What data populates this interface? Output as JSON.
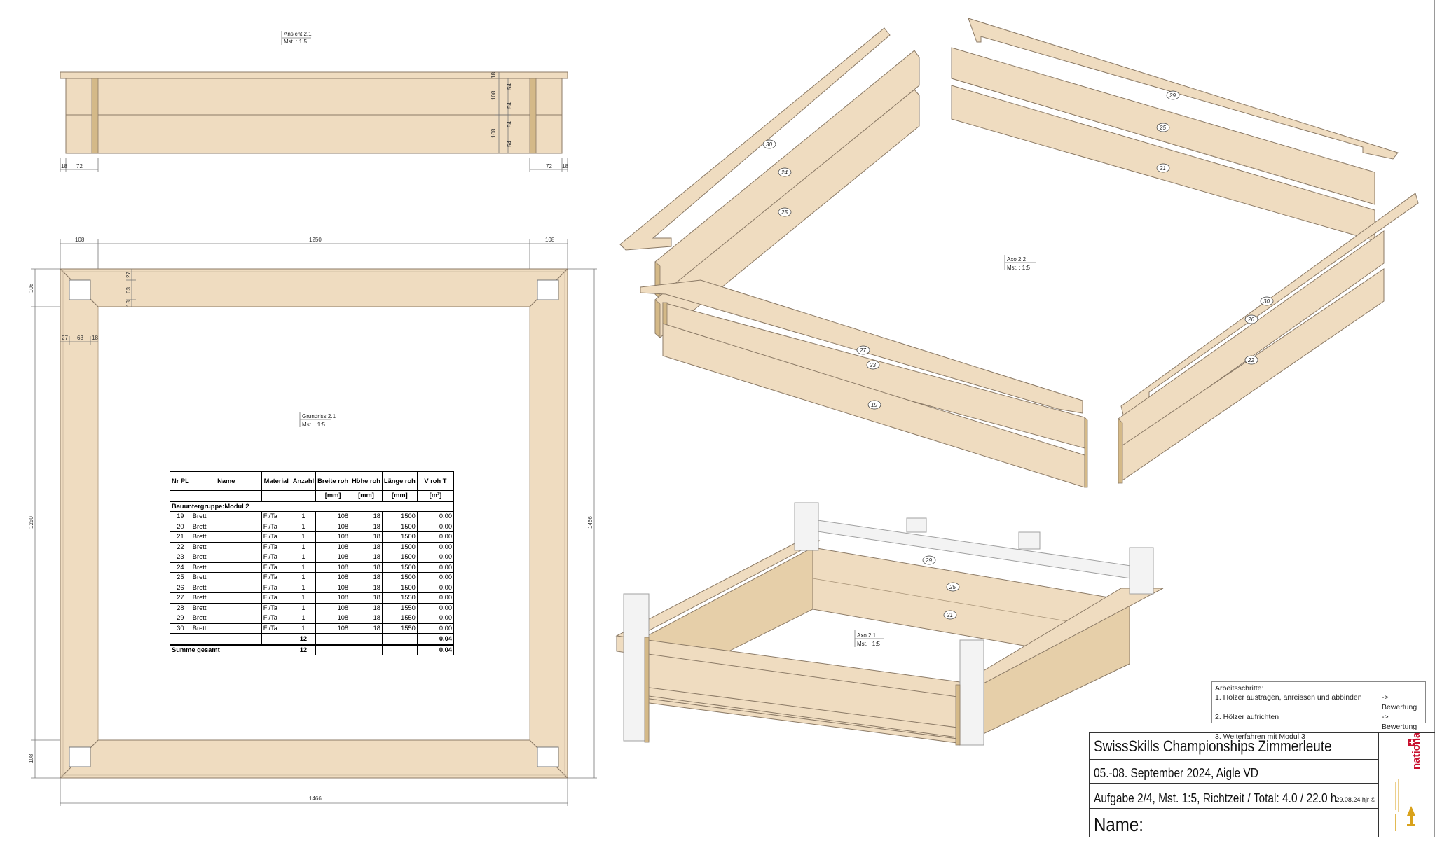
{
  "views": {
    "ansicht": {
      "title": "Ansicht 2.1",
      "scale": "Mst. : 1:5"
    },
    "grundriss": {
      "title": "Grundriss 2.1",
      "scale": "Mst. : 1:5"
    },
    "axo22": {
      "title": "Axo 2.2",
      "scale": "Mst. : 1:5"
    },
    "axo21": {
      "title": "Axo 2.1",
      "scale": "Mst. : 1:5"
    }
  },
  "dims": {
    "ansicht": {
      "left_a": "18",
      "left_b": "72",
      "right_a": "72",
      "right_b": "18",
      "top_18": "18",
      "h1": "108",
      "h2": "108",
      "s1": "54",
      "s2": "54",
      "s3": "54",
      "s4": "54"
    },
    "grundriss": {
      "top_left": "108",
      "top_mid": "1250",
      "top_right": "108",
      "left_top": "108",
      "left_mid": "1250",
      "left_bot": "108",
      "right_total": "1466",
      "bottom_total": "1466",
      "detail_27": "27",
      "detail_63": "63",
      "detail_18": "18",
      "corner_27": "27",
      "corner_63": "63",
      "corner_18": "18"
    }
  },
  "bubbles": {
    "axo22_left": [
      "30",
      "24",
      "25"
    ],
    "axo22_top": [
      "29",
      "25",
      "21"
    ],
    "axo22_bottom": [
      "27",
      "23",
      "19"
    ],
    "axo22_right": [
      "30",
      "26",
      "22"
    ],
    "axo21": [
      "29",
      "25",
      "21"
    ]
  },
  "table": {
    "headers": [
      "Nr PL",
      "Name",
      "Material",
      "Anzahl",
      "Breite roh",
      "Höhe roh",
      "Länge roh",
      "V roh T"
    ],
    "units": [
      "",
      "",
      "",
      "",
      "[mm]",
      "[mm]",
      "[mm]",
      "[m³]"
    ],
    "group": "Bauuntergruppe:Modul 2",
    "rows": [
      [
        "19",
        "Brett",
        "Fi/Ta",
        "1",
        "108",
        "18",
        "1500",
        "0.00"
      ],
      [
        "20",
        "Brett",
        "Fi/Ta",
        "1",
        "108",
        "18",
        "1500",
        "0.00"
      ],
      [
        "21",
        "Brett",
        "Fi/Ta",
        "1",
        "108",
        "18",
        "1500",
        "0.00"
      ],
      [
        "22",
        "Brett",
        "Fi/Ta",
        "1",
        "108",
        "18",
        "1500",
        "0.00"
      ],
      [
        "23",
        "Brett",
        "Fi/Ta",
        "1",
        "108",
        "18",
        "1500",
        "0.00"
      ],
      [
        "24",
        "Brett",
        "Fi/Ta",
        "1",
        "108",
        "18",
        "1500",
        "0.00"
      ],
      [
        "25",
        "Brett",
        "Fi/Ta",
        "1",
        "108",
        "18",
        "1500",
        "0.00"
      ],
      [
        "26",
        "Brett",
        "Fi/Ta",
        "1",
        "108",
        "18",
        "1500",
        "0.00"
      ],
      [
        "27",
        "Brett",
        "Fi/Ta",
        "1",
        "108",
        "18",
        "1550",
        "0.00"
      ],
      [
        "28",
        "Brett",
        "Fi/Ta",
        "1",
        "108",
        "18",
        "1550",
        "0.00"
      ],
      [
        "29",
        "Brett",
        "Fi/Ta",
        "1",
        "108",
        "18",
        "1550",
        "0.00"
      ],
      [
        "30",
        "Brett",
        "Fi/Ta",
        "1",
        "108",
        "18",
        "1550",
        "0.00"
      ]
    ],
    "subtotal_count": "12",
    "subtotal_volume": "0.04",
    "total_label": "Summe gesamt",
    "total_count": "12",
    "total_volume": "0.04"
  },
  "steps": {
    "heading": "Arbeitsschritte:",
    "items": [
      {
        "text": "1. Hölzer austragen, anreissen  und abbinden",
        "note": "-> Bewertung"
      },
      {
        "text": "2. Hölzer aufrichten",
        "note": "-> Bewertung"
      },
      {
        "text": "3. Weiterfahren mit Modul 3",
        "note": ""
      }
    ]
  },
  "title_block": {
    "title": "SwissSkills Championships Zimmerleute",
    "date_place": "05.-08. September 2024,  Aigle VD",
    "task": "Aufgabe 2/4, Mst. 1:5, Richtzeit / Total: 4.0 / 22.0 h",
    "revision": "29.08.24 hjr ©",
    "name_label": "Name:",
    "logo_text": "national team"
  },
  "colors": {
    "wood": "#efdcc0",
    "wood_end_grain": "#d4b988",
    "post": "#f3f3f3",
    "logo_red": "#c8102e",
    "logo_gold": "#d9a21b"
  }
}
